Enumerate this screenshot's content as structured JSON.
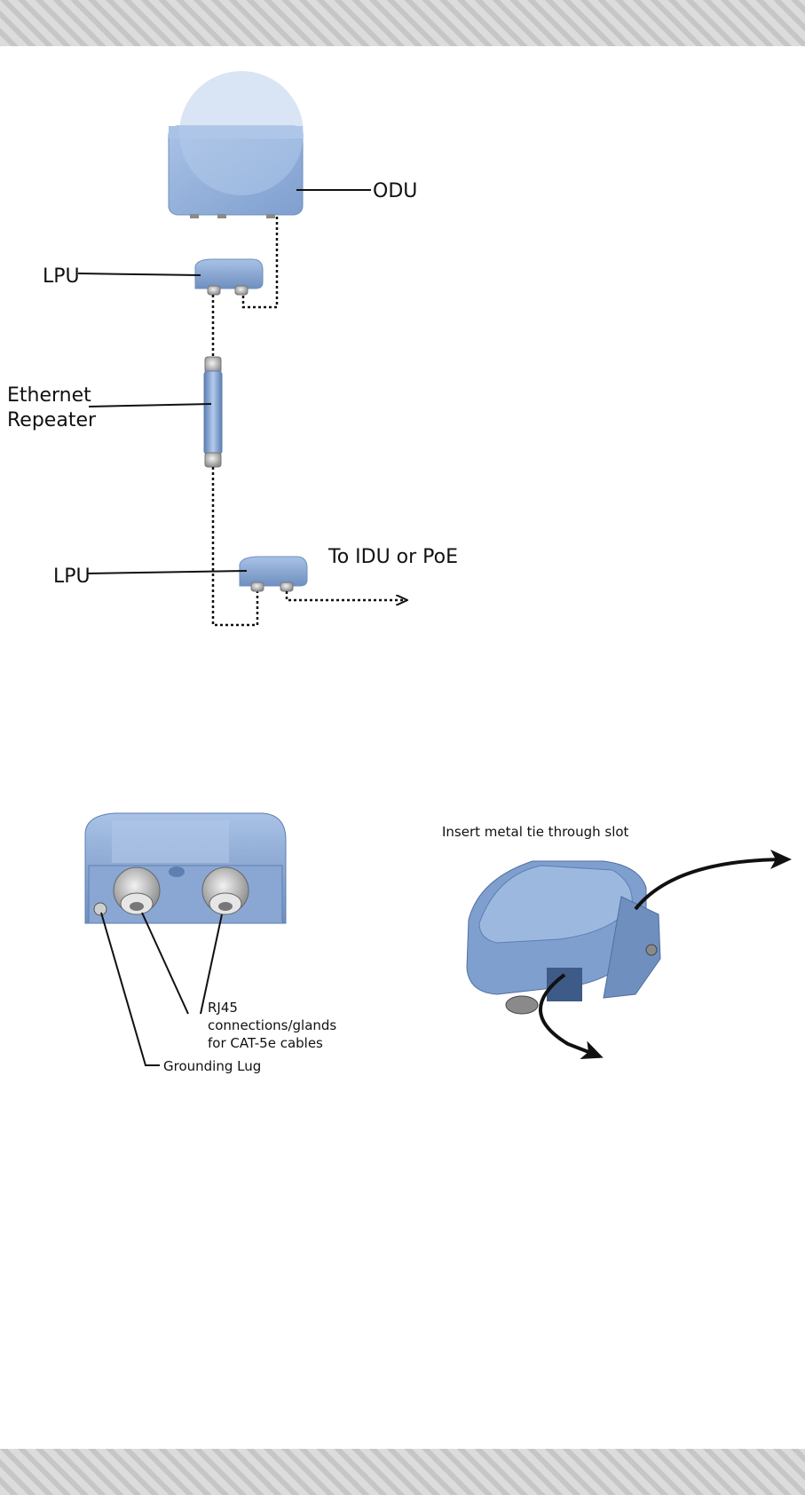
{
  "colors": {
    "band_stripe_light": "#d9d9d9",
    "band_stripe_dark": "#c3c3c3",
    "device_blue": "#9db8de",
    "device_blue_dark": "#6f8fbf",
    "gland_gray": "#c8c8c8"
  },
  "figure1": {
    "odu_label": "ODU",
    "lpu_top_label": "LPU",
    "repeater_label_line1": "Ethernet",
    "repeater_label_line2": "Repeater",
    "lpu_bottom_label": "LPU",
    "destination_label": "To IDU or PoE"
  },
  "figure2": {
    "rj45_line1": "RJ45",
    "rj45_line2": "connections/glands",
    "rj45_line3": "for CAT-5e cables",
    "grounding_label": "Grounding Lug"
  },
  "figure3": {
    "instruction": "Insert metal tie through slot"
  }
}
